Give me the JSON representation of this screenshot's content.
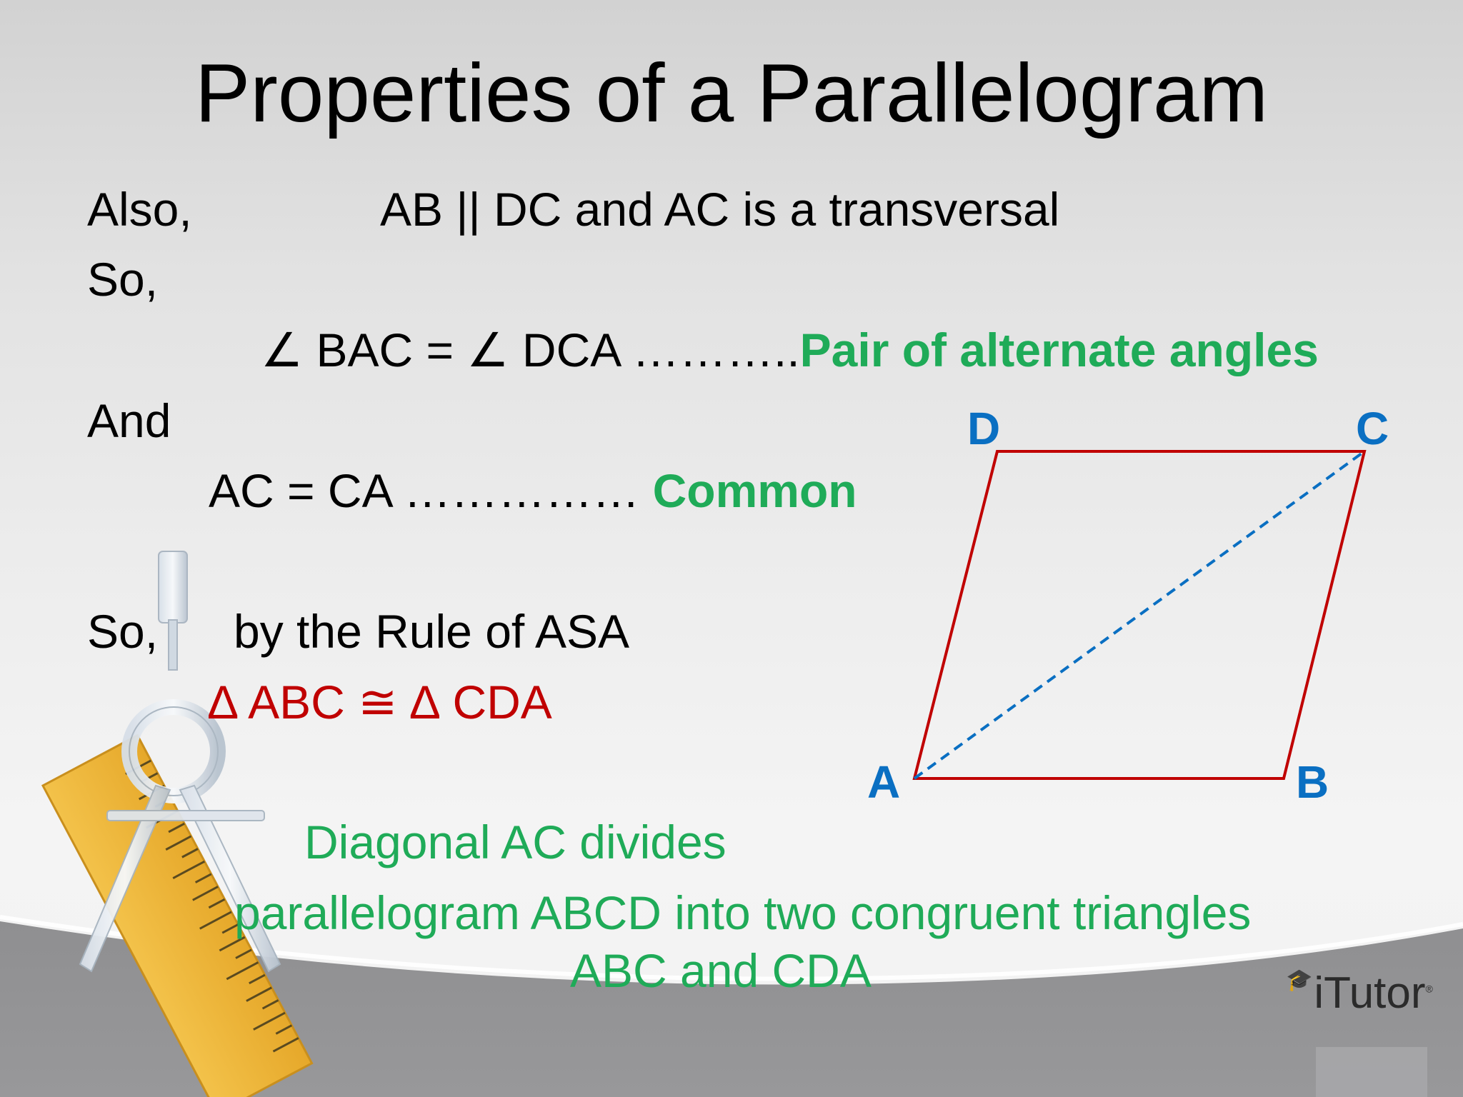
{
  "title": "Properties of a Parallelogram",
  "lines": {
    "also_label": "Also,",
    "also_text": "AB || DC and AC is a transversal",
    "so1": "So,",
    "angle_eq": "∠ BAC = ∠ DCA ………..",
    "angle_reason": "Pair of alternate angles",
    "and_label": "And",
    "ac_eq": "AC = CA ……………",
    "ac_reason": "Common",
    "so2": "So,",
    "rule": "by the Rule of ASA",
    "congruence": "∆ ABC ≅ ∆ CDA",
    "conclusion_1": "Diagonal AC divides",
    "conclusion_2": "parallelogram ABCD into two congruent triangles",
    "conclusion_3": "ABC and CDA"
  },
  "figure": {
    "vertices": [
      "A",
      "B",
      "C",
      "D"
    ],
    "side_color": "#c00000",
    "diagonal_color": "#0a6fc2",
    "label_color": "#0a6fc2"
  },
  "logo": {
    "text": "iTutor",
    "mark": "®"
  },
  "colors": {
    "reason_green": "#1fab58",
    "congruence_red": "#c00000"
  }
}
